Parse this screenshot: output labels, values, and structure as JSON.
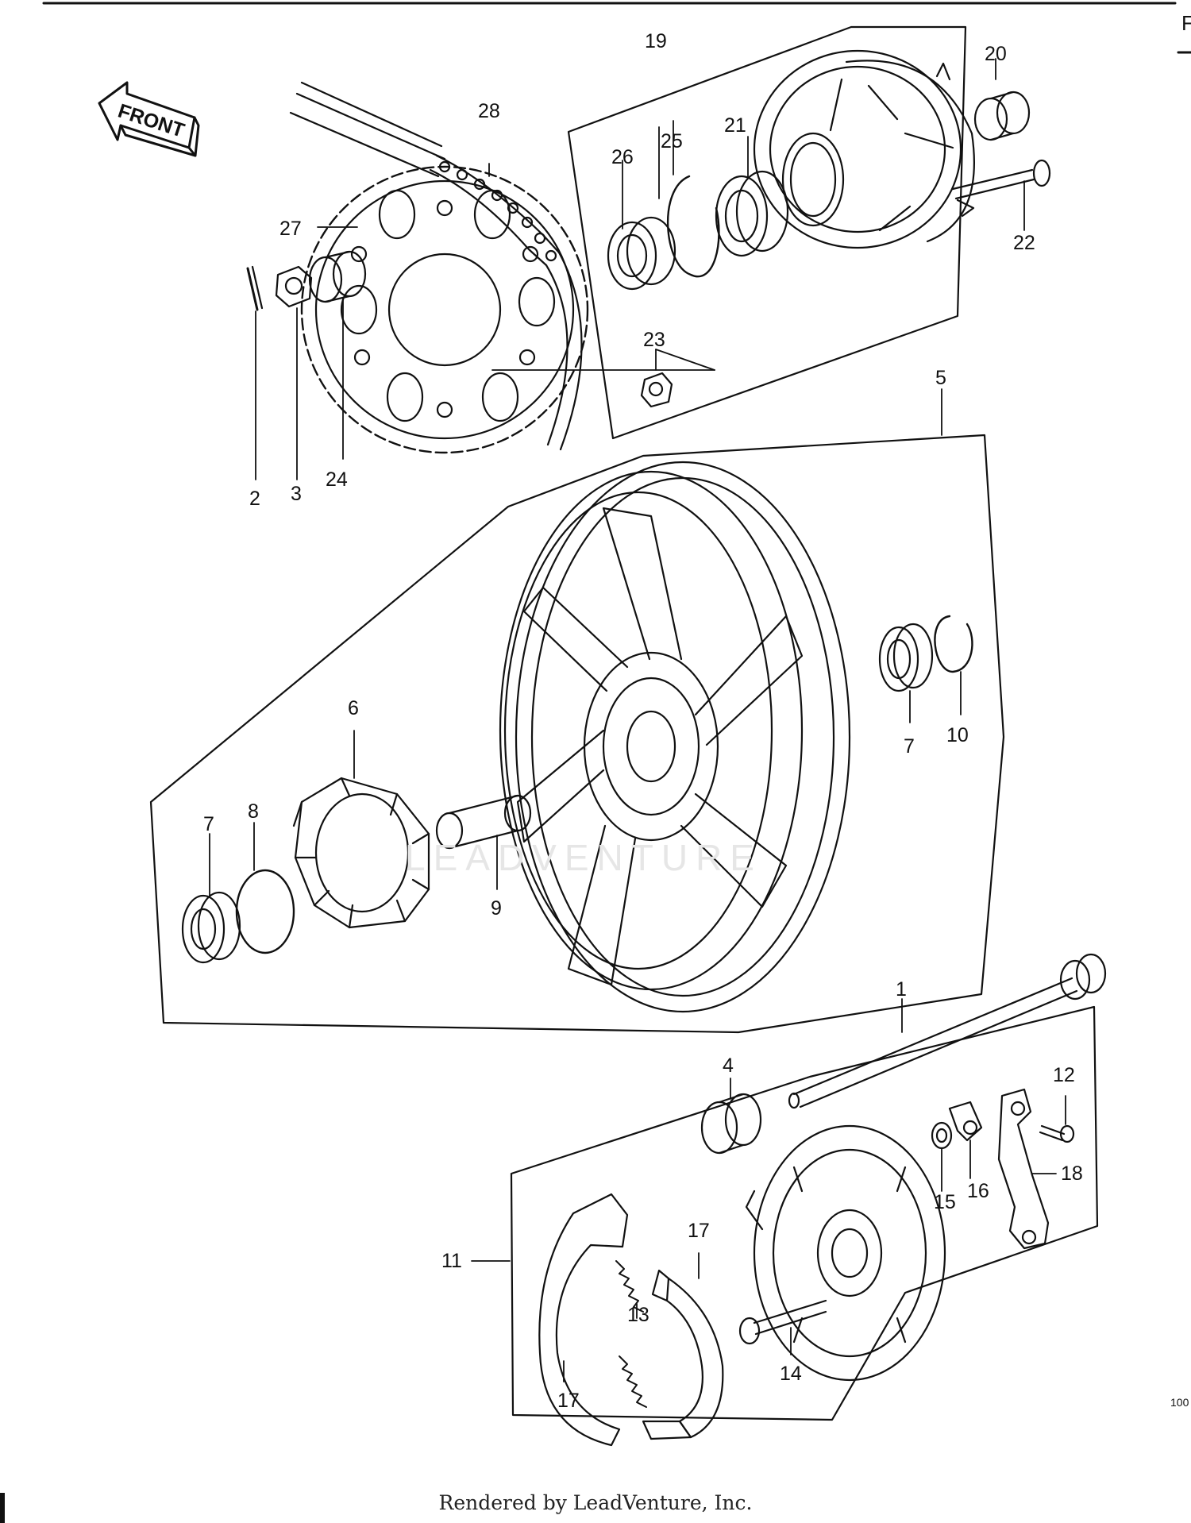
{
  "front_label": "FRONT",
  "callouts": {
    "c1": "1",
    "c2": "2",
    "c3": "3",
    "c4": "4",
    "c5": "5",
    "c6": "6",
    "c7a": "7",
    "c7b": "7",
    "c8": "8",
    "c9": "9",
    "c10": "10",
    "c11": "11",
    "c12": "12",
    "c13": "13",
    "c14": "14",
    "c15": "15",
    "c16": "16",
    "c17a": "17",
    "c17b": "17",
    "c18": "18",
    "c19": "19",
    "c20": "20",
    "c21": "21",
    "c22": "22",
    "c23": "23",
    "c24": "24",
    "c25": "25",
    "c26": "26",
    "c27": "27",
    "c28": "28"
  },
  "watermark": "LEADVENTURE",
  "edge_letter": "F",
  "edge_number": "100",
  "footer": "Rendered by LeadVenture, Inc."
}
